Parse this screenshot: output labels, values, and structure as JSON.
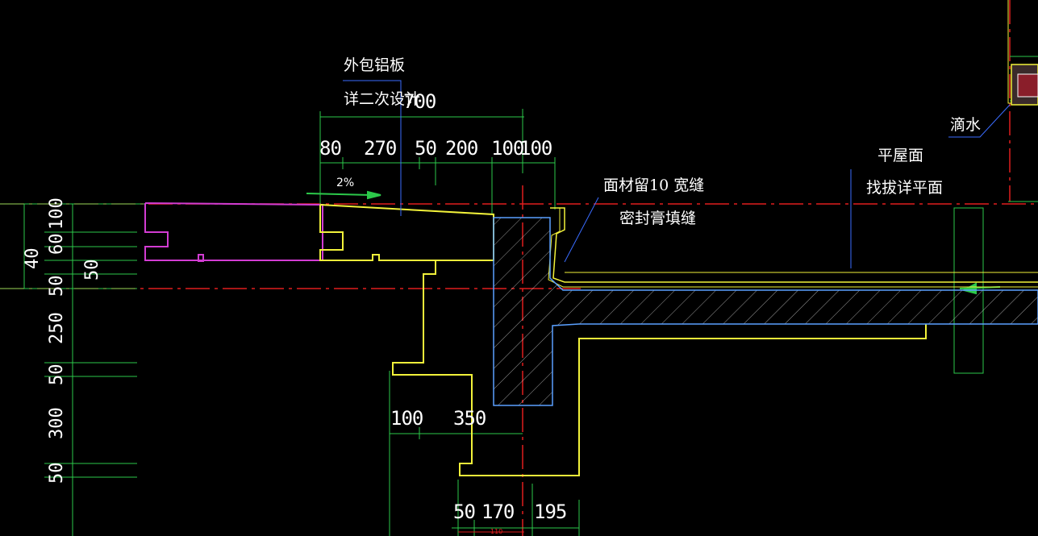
{
  "colors": {
    "background": "#000000",
    "dimension": "#2cc94a",
    "outline": "#f2f23a",
    "concrete": "#5aa0ff",
    "magenta": "#d23cd2",
    "axis": "#e01e1e",
    "text": "#ffffff",
    "leader": "#3a6cff"
  },
  "notes": {
    "cladding_line1": "外包铝板",
    "cladding_line2": "详二次设计",
    "joint_line1": "面材留10 宽缝",
    "joint_line2": "密封膏填缝",
    "roof_line1": "平屋面",
    "roof_line2": "找拔详平面",
    "drip": "滴水",
    "slope": "2%"
  },
  "dimensions": {
    "total_top": "700",
    "top_row": [
      "80",
      "270",
      "50",
      "200",
      "100",
      "100"
    ],
    "middle_row": [
      "100",
      "350"
    ],
    "bottom_row": [
      "50",
      "170",
      "195"
    ],
    "bottom_small": "110",
    "left_column": [
      "40",
      "60",
      "100",
      "50",
      "50",
      "250",
      "50",
      "300",
      "50"
    ]
  }
}
